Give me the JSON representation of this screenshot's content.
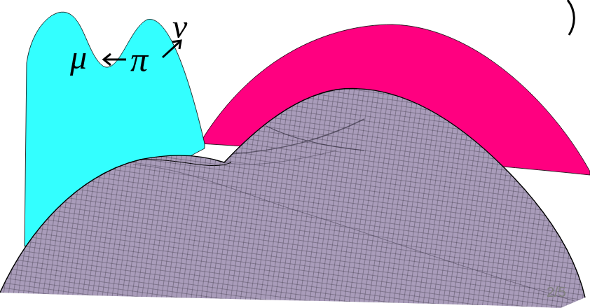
{
  "diagram": {
    "labels": [
      "μ",
      "π",
      "ν",
      "2/5"
    ]
  }
}
